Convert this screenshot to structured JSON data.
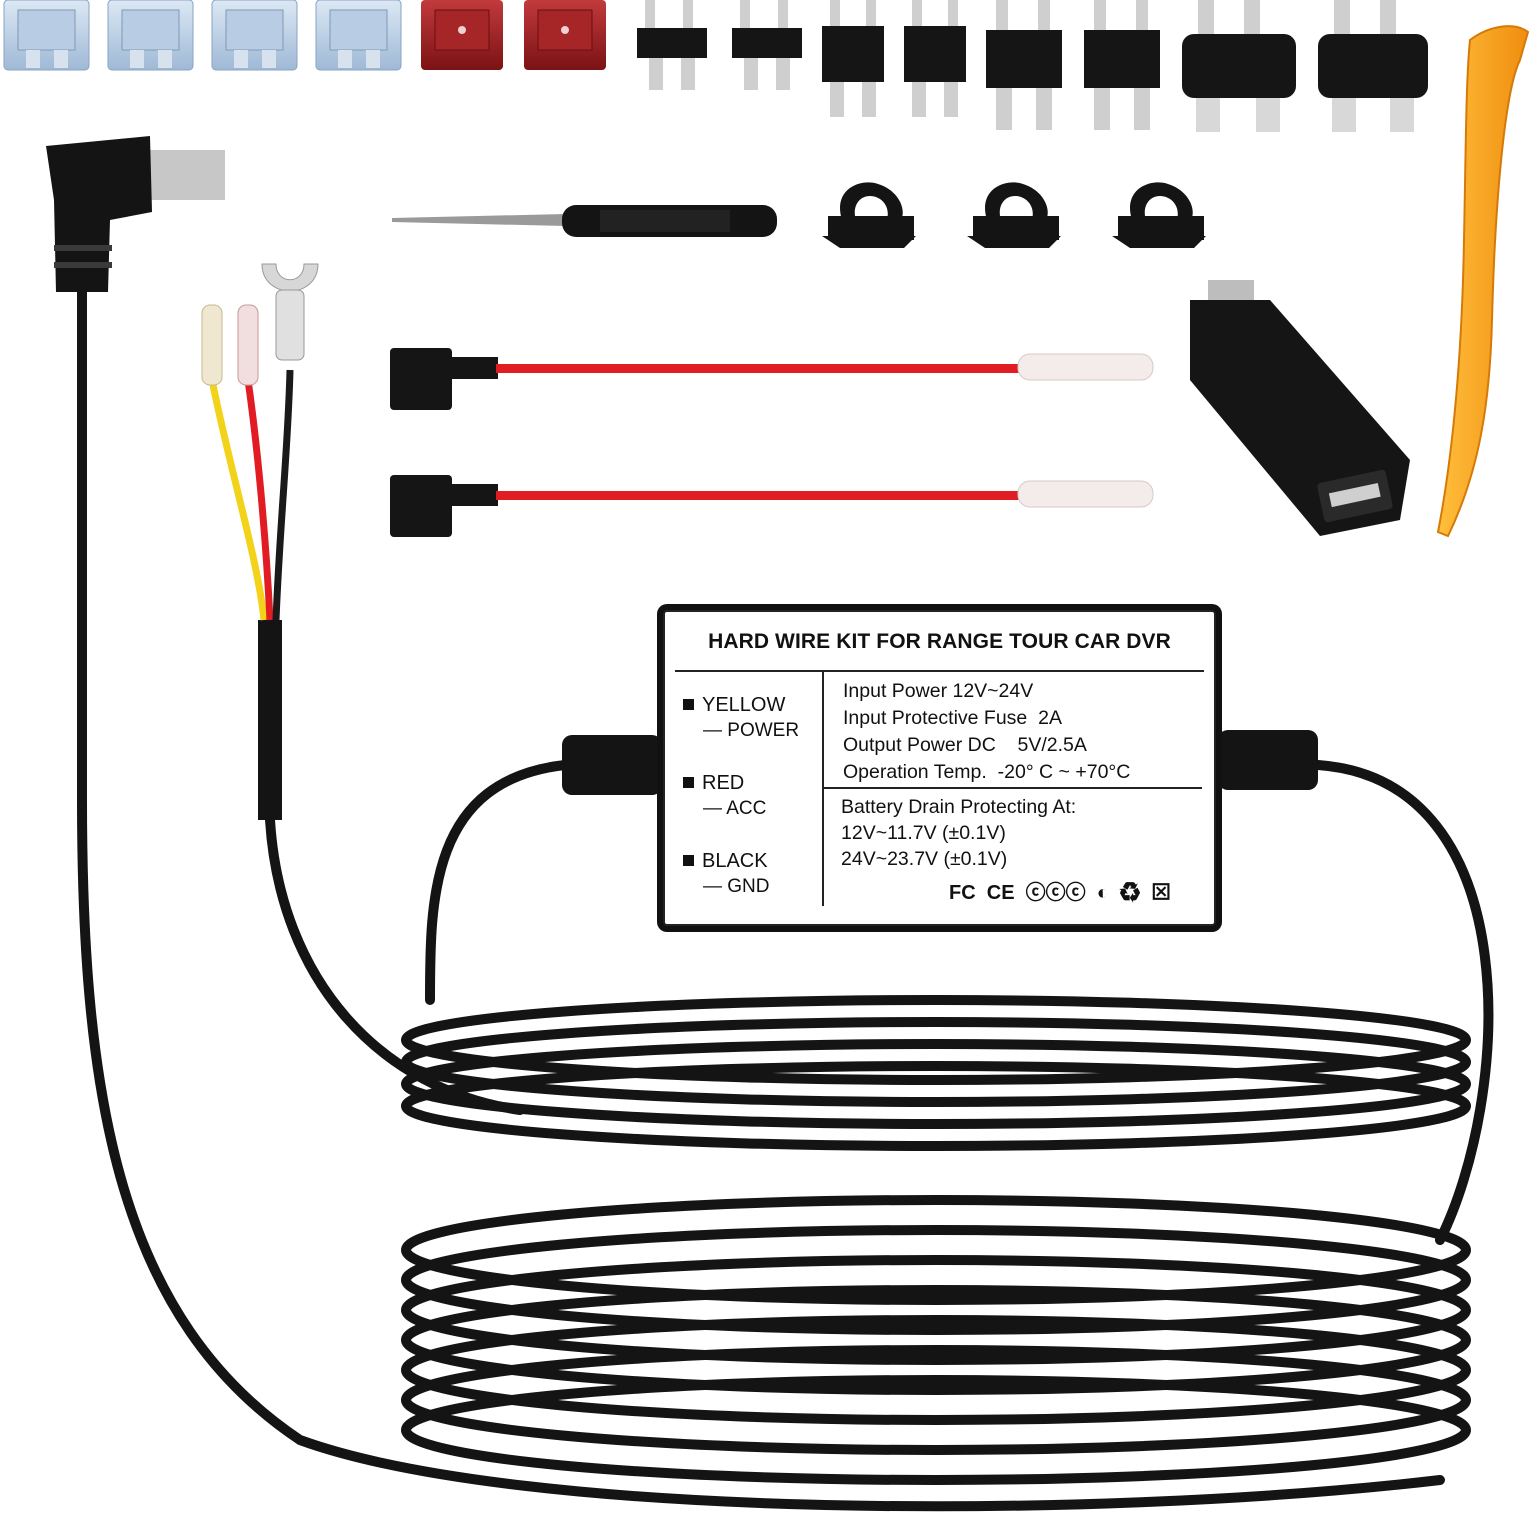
{
  "product_label": {
    "title": "HARD WIRE KIT FOR RANGE TOUR CAR DVR",
    "wires": [
      {
        "color_name": "YELLOW",
        "function": "— POWER"
      },
      {
        "color_name": "RED",
        "function": "— ACC"
      },
      {
        "color_name": "BLACK",
        "function": "— GND"
      }
    ],
    "specs": [
      "Input Power 12V~24V",
      "Input Protective Fuse  2A",
      "Output Power DC    5V/2.5A",
      "Operation Temp.  -20° C ~ +70°C"
    ],
    "battery_drain": [
      "Battery Drain Protecting At:",
      "12V~11.7V (±0.1V)",
      "24V~23.7V (±0.1V)"
    ],
    "certification_marks": "FC  CE  ⓒⓒⓒ  ◐  ♻  ⊠"
  },
  "colors": {
    "fuse_blue": "#a9c3de",
    "fuse_red": "#9e1b1e",
    "wire_red": "#e11c22",
    "wire_yellow": "#f3d21a",
    "pry_tool": "#f7a21b",
    "cable_black": "#141414"
  },
  "items": {
    "blue_fuses": 4,
    "red_fuses": 2,
    "fuse_taps": 8,
    "cable_clips": 3,
    "add_a_fuse_taps": 2
  }
}
